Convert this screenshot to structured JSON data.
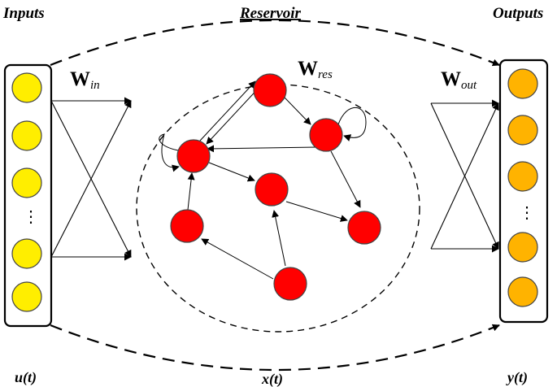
{
  "titles": {
    "inputs": "Inputs",
    "reservoir": "Reservoir",
    "outputs": "Outputs"
  },
  "weights": {
    "in": {
      "main": "W",
      "sub": "in"
    },
    "res": {
      "main": "W",
      "sub": "res"
    },
    "out": {
      "main": "W",
      "sub": "out"
    }
  },
  "variables": {
    "input": "u(t)",
    "state": "x(t)",
    "output": "y(t)"
  },
  "ellipsis": "⋮",
  "colors": {
    "input_node": "#ffee00",
    "reservoir_node": "#ff0000",
    "output_node": "#ffb300"
  }
}
